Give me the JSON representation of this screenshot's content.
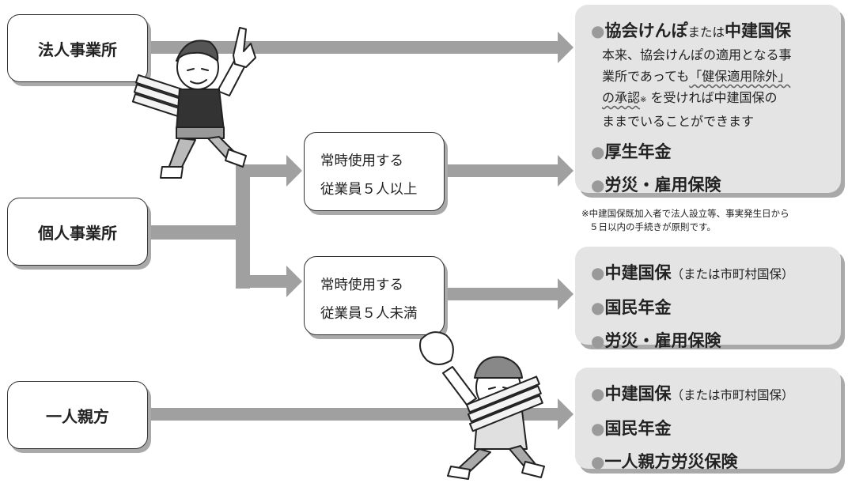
{
  "sources": {
    "corporate": "法人事業所",
    "individual": "個人事業所",
    "solo": "一人親方"
  },
  "branches": {
    "five_or_more": {
      "line1": "常時使用する",
      "line2": "従業員５人以上"
    },
    "under_five": {
      "line1": "常時使用する",
      "line2": "従業員５人未満"
    }
  },
  "results": {
    "group1": {
      "item1_bold1": "協会けんぽ",
      "item1_mid": "または",
      "item1_bold2": "中建国保",
      "desc_line1": "本来、協会けんぽの適用となる事",
      "desc_line2_pre": "業所であっても",
      "desc_line2_wavy": "「健保適用除外」",
      "desc_line3_wavy": "の承認",
      "desc_line3_mark": "※",
      "desc_line3_post": "を受ければ中建国保の",
      "desc_line4": "ままでいることができます",
      "item2": "厚生年金",
      "item3": "労災・雇用保険"
    },
    "note_line1": "※中建国保既加入者で法人設立等、事実発生日から",
    "note_line2": "５日以内の手続きが原則です。",
    "group2": {
      "item1_bold": "中建国保",
      "item1_small": "（または市町村国保）",
      "item2": "国民年金",
      "item3": "労災・雇用保険"
    },
    "group3": {
      "item1_bold": "中建国保",
      "item1_small": "（または市町村国保）",
      "item2": "国民年金",
      "item3": "一人親方労災保険"
    }
  },
  "bullet": "●",
  "colors": {
    "arrow": "#a0a0a0",
    "result_bg": "#e4e4e4",
    "shadow": "#a9a9a9"
  }
}
